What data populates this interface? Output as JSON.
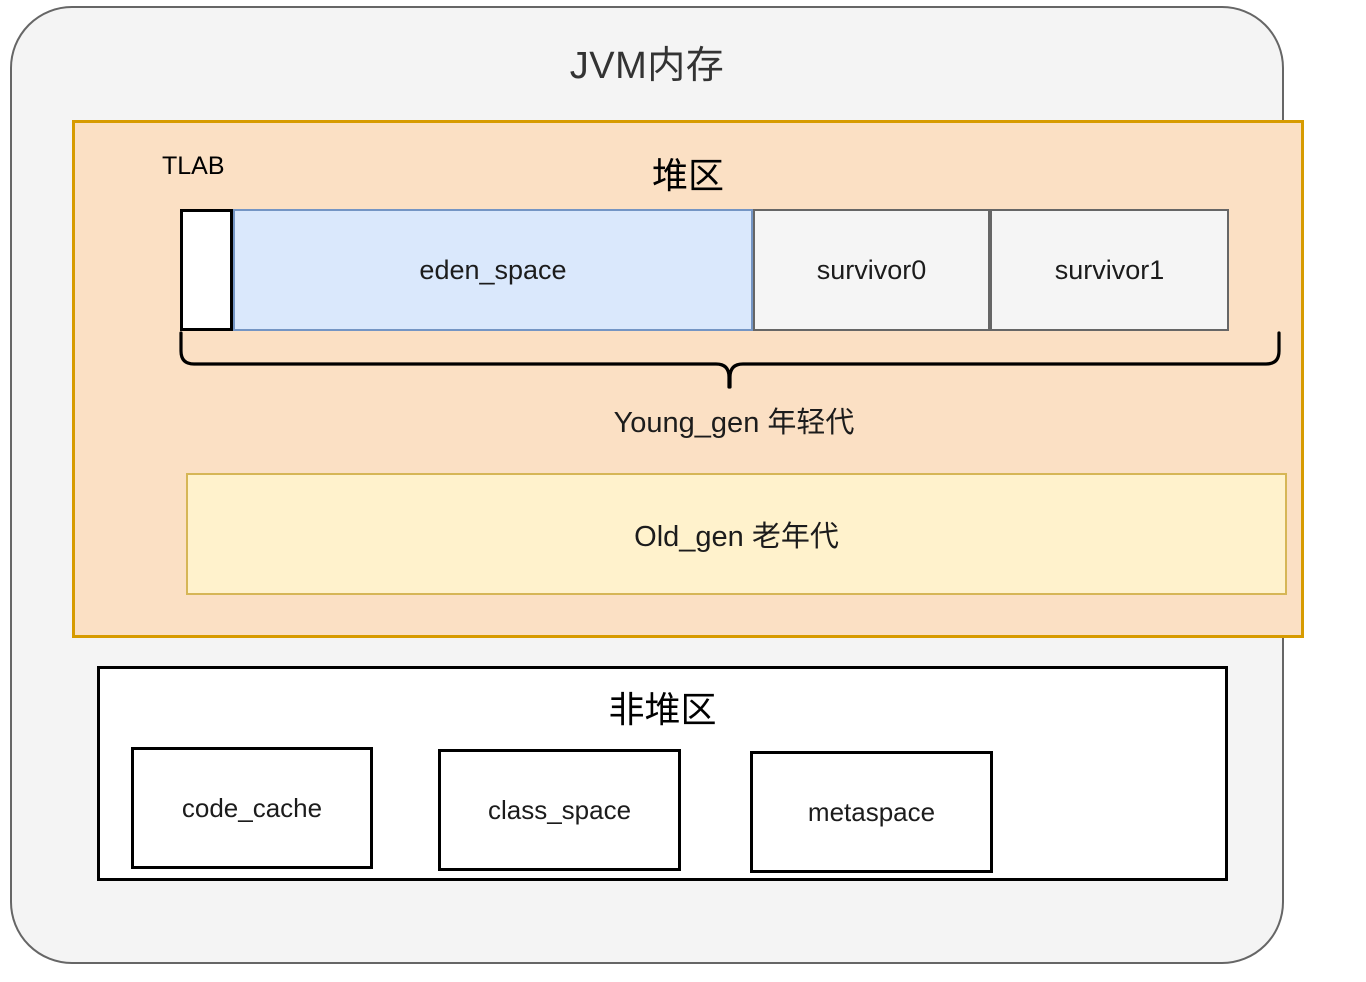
{
  "diagram": {
    "title": "JVM内存",
    "heap": {
      "title": "堆区",
      "tlab_label": "TLAB",
      "young_row": {
        "tlab": "",
        "eden": "eden_space",
        "survivor0": "survivor0",
        "survivor1": "survivor1"
      },
      "young_gen_label": "Young_gen 年轻代",
      "old_gen_label": "Old_gen 老年代"
    },
    "nonheap": {
      "title": "非堆区",
      "boxes": [
        {
          "label": "code_cache"
        },
        {
          "label": "class_space"
        },
        {
          "label": "metaspace"
        }
      ]
    }
  },
  "colors": {
    "outer_fill": "#f4f4f4",
    "outer_border": "#666666",
    "heap_fill": "#fbe0c4",
    "heap_border": "#d79b00",
    "eden_fill": "#dae8fc",
    "eden_border": "#7495c4",
    "survivor_fill": "#f5f5f5",
    "survivor_border": "#666666",
    "oldgen_fill": "#fff2cc",
    "oldgen_border": "#d6b656",
    "nonheap_fill": "#ffffff",
    "nonheap_border": "#000000",
    "tlab_fill": "#ffffff",
    "tlab_border": "#000000",
    "title_text": "#333333",
    "body_text": "#000000"
  }
}
